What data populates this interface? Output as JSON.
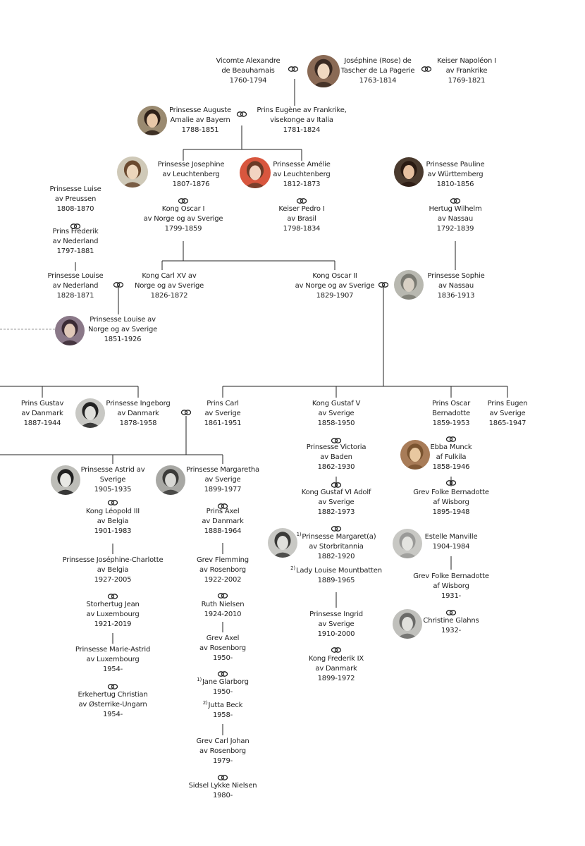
{
  "colors": {
    "text": "#222222",
    "line": "#222222",
    "dashed": "#999999"
  },
  "people": [
    {
      "id": "alexandre",
      "lines": [
        "Vicomte Alexandre",
        "de Beauharnais",
        "1760-1794"
      ]
    },
    {
      "id": "josephine_rose",
      "lines": [
        "Joséphine (Rose) de",
        "Tascher de La Pagerie",
        "1763-1814"
      ]
    },
    {
      "id": "napoleon",
      "lines": [
        "Keiser Napoléon I",
        "av Frankrike",
        "1769-1821"
      ]
    },
    {
      "id": "auguste",
      "lines": [
        "Prinsesse Auguste",
        "Amalie av Bayern",
        "1788-1851"
      ]
    },
    {
      "id": "eugene",
      "lines": [
        "Prins Eugène av Frankrike,",
        "visekonge av Italia",
        "1781-1824"
      ]
    },
    {
      "id": "josephine_l",
      "lines": [
        "Prinsesse Josephine",
        "av Leuchtenberg",
        "1807-1876"
      ]
    },
    {
      "id": "oscar1",
      "lines": [
        "Kong Oscar I",
        "av Norge og av Sverige",
        "1799-1859"
      ]
    },
    {
      "id": "amelie",
      "lines": [
        "Prinsesse Amélie",
        "av Leuchtenberg",
        "1812-1873"
      ]
    },
    {
      "id": "pedro",
      "lines": [
        "Keiser Pedro I",
        "av Brasil",
        "1798-1834"
      ]
    },
    {
      "id": "pauline",
      "lines": [
        "Prinsesse Pauline",
        "av Württemberg",
        "1810-1856"
      ]
    },
    {
      "id": "wilhelm",
      "lines": [
        "Hertug Wilhelm",
        "av Nassau",
        "1792-1839"
      ]
    },
    {
      "id": "luise_p",
      "lines": [
        "Prinsesse Luise",
        "av Preussen",
        "1808-1870"
      ]
    },
    {
      "id": "frederik_n",
      "lines": [
        "Prins Frederik",
        "av Nederland",
        "1797-1881"
      ]
    },
    {
      "id": "louise_n",
      "lines": [
        "Prinsesse Louise",
        "av Nederland",
        "1828-1871"
      ]
    },
    {
      "id": "carl15",
      "lines": [
        "Kong Carl XV av",
        "Norge og av Sverige",
        "1826-1872"
      ]
    },
    {
      "id": "oscar2",
      "lines": [
        "Kong Oscar II",
        "av Norge og av Sverige",
        "1829-1907"
      ]
    },
    {
      "id": "sophie",
      "lines": [
        "Prinsesse Sophie",
        "av Nassau",
        "1836-1913"
      ]
    },
    {
      "id": "louise_ns",
      "lines": [
        "Prinsesse Louise av",
        "Norge og av Sverige",
        "1851-1926"
      ]
    },
    {
      "id": "gustav_d",
      "lines": [
        "Prins Gustav",
        "av Danmark",
        "1887-1944"
      ]
    },
    {
      "id": "ingeborg",
      "lines": [
        "Prinsesse Ingeborg",
        "av Danmark",
        "1878-1958"
      ]
    },
    {
      "id": "carl_s",
      "lines": [
        "Prins Carl",
        "av Sverige",
        "1861-1951"
      ]
    },
    {
      "id": "gustaf5",
      "lines": [
        "Kong Gustaf V",
        "av Sverige",
        "1858-1950"
      ]
    },
    {
      "id": "oscar_b",
      "lines": [
        "Prins Oscar",
        "Bernadotte",
        "1859-1953"
      ]
    },
    {
      "id": "eugen",
      "lines": [
        "Prins Eugen",
        "av Sverige",
        "1865-1947"
      ]
    },
    {
      "id": "astrid",
      "lines": [
        "Prinsesse Astrid av",
        "Sverige",
        "1905-1935"
      ]
    },
    {
      "id": "margaretha",
      "lines": [
        "Prinsesse Margaretha",
        "av Sverige",
        "1899-1977"
      ]
    },
    {
      "id": "leopold",
      "lines": [
        "Kong Léopold III",
        "av Belgia",
        "1901-1983"
      ]
    },
    {
      "id": "axel_d",
      "lines": [
        "Prins Axel",
        "av Danmark",
        "1888-1964"
      ]
    },
    {
      "id": "victoria",
      "lines": [
        "Prinsesse Victoria",
        "av Baden",
        "1862-1930"
      ]
    },
    {
      "id": "ebba",
      "lines": [
        "Ebba Munck",
        "af Fulkila",
        "1858-1946"
      ]
    },
    {
      "id": "gustaf6",
      "lines": [
        "Kong Gustaf VI Adolf",
        "av Sverige",
        "1882-1973"
      ]
    },
    {
      "id": "folke1",
      "lines": [
        "Grev Folke Bernadotte",
        "af Wisborg",
        "1895-1948"
      ]
    },
    {
      "id": "margaret",
      "marker": "1)",
      "lines": [
        "Prinsesse Margaret(a)",
        "av Storbritannia",
        "1882-1920"
      ]
    },
    {
      "id": "estelle",
      "lines": [
        "Estelle Manville",
        "1904-1984"
      ]
    },
    {
      "id": "lady_louise",
      "marker": "2)",
      "lines": [
        "Lady Louise Mountbatten",
        "1889-1965"
      ]
    },
    {
      "id": "josephine_c",
      "lines": [
        "Prinsesse Joséphine-Charlotte",
        "av Belgia",
        "1927-2005"
      ]
    },
    {
      "id": "flemming",
      "lines": [
        "Grev Flemming",
        "av Rosenborg",
        "1922-2002"
      ]
    },
    {
      "id": "folke2",
      "lines": [
        "Grev Folke Bernadotte",
        "af Wisborg",
        "1931-"
      ]
    },
    {
      "id": "jean",
      "lines": [
        "Storhertug Jean",
        "av Luxembourg",
        "1921-2019"
      ]
    },
    {
      "id": "ruth",
      "lines": [
        "Ruth Nielsen",
        "1924-2010"
      ]
    },
    {
      "id": "ingrid",
      "lines": [
        "Prinsesse Ingrid",
        "av Sverige",
        "1910-2000"
      ]
    },
    {
      "id": "christine",
      "lines": [
        "Christine Glahns",
        "1932-"
      ]
    },
    {
      "id": "frederik9",
      "lines": [
        "Kong Frederik IX",
        "av Danmark",
        "1899-1972"
      ]
    },
    {
      "id": "marie_astrid",
      "lines": [
        "Prinsesse Marie-Astrid",
        "av Luxembourg",
        "1954-"
      ]
    },
    {
      "id": "axel_r",
      "lines": [
        "Grev Axel",
        "av Rosenborg",
        "1950-"
      ]
    },
    {
      "id": "christian",
      "lines": [
        "Erkehertug Christian",
        "av Østerrike-Ungarn",
        "1954-"
      ]
    },
    {
      "id": "jane",
      "marker": "1)",
      "lines": [
        "Jane Glarborg",
        "1950-"
      ]
    },
    {
      "id": "jutta",
      "marker": "2)",
      "lines": [
        "Jutta Beck",
        "1958-"
      ]
    },
    {
      "id": "carl_johan",
      "lines": [
        "Grev Carl Johan",
        "av Rosenborg",
        "1979-"
      ]
    },
    {
      "id": "sidsel",
      "lines": [
        "Sidsel Lykke Nielsen",
        "1980-"
      ]
    }
  ]
}
